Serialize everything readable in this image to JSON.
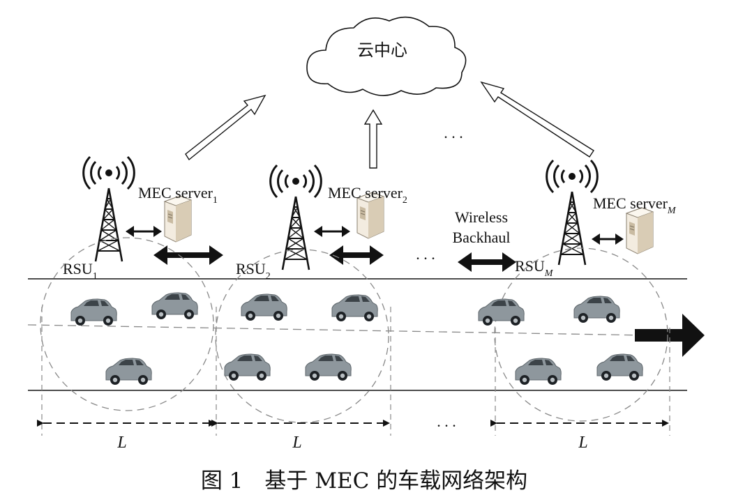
{
  "cloud": {
    "label": "云中心"
  },
  "rsus": [
    {
      "label": "RSU",
      "sub": "1",
      "server_label": "MEC server",
      "server_sub": "1"
    },
    {
      "label": "RSU",
      "sub": "2",
      "server_label": "MEC server",
      "server_sub": "2"
    },
    {
      "label": "RSU",
      "sub": "M",
      "server_label": "MEC server",
      "server_sub": "M"
    }
  ],
  "backhaul": {
    "line1": "Wireless",
    "line2": "Backhaul"
  },
  "ellipsis": ". . .",
  "segment_label": "L",
  "caption": "图 1　基于 MEC 的车载网络架构",
  "colors": {
    "car": "#8e979d",
    "car_dark": "#4b5258",
    "ink": "#111111",
    "dash": "#888888"
  }
}
